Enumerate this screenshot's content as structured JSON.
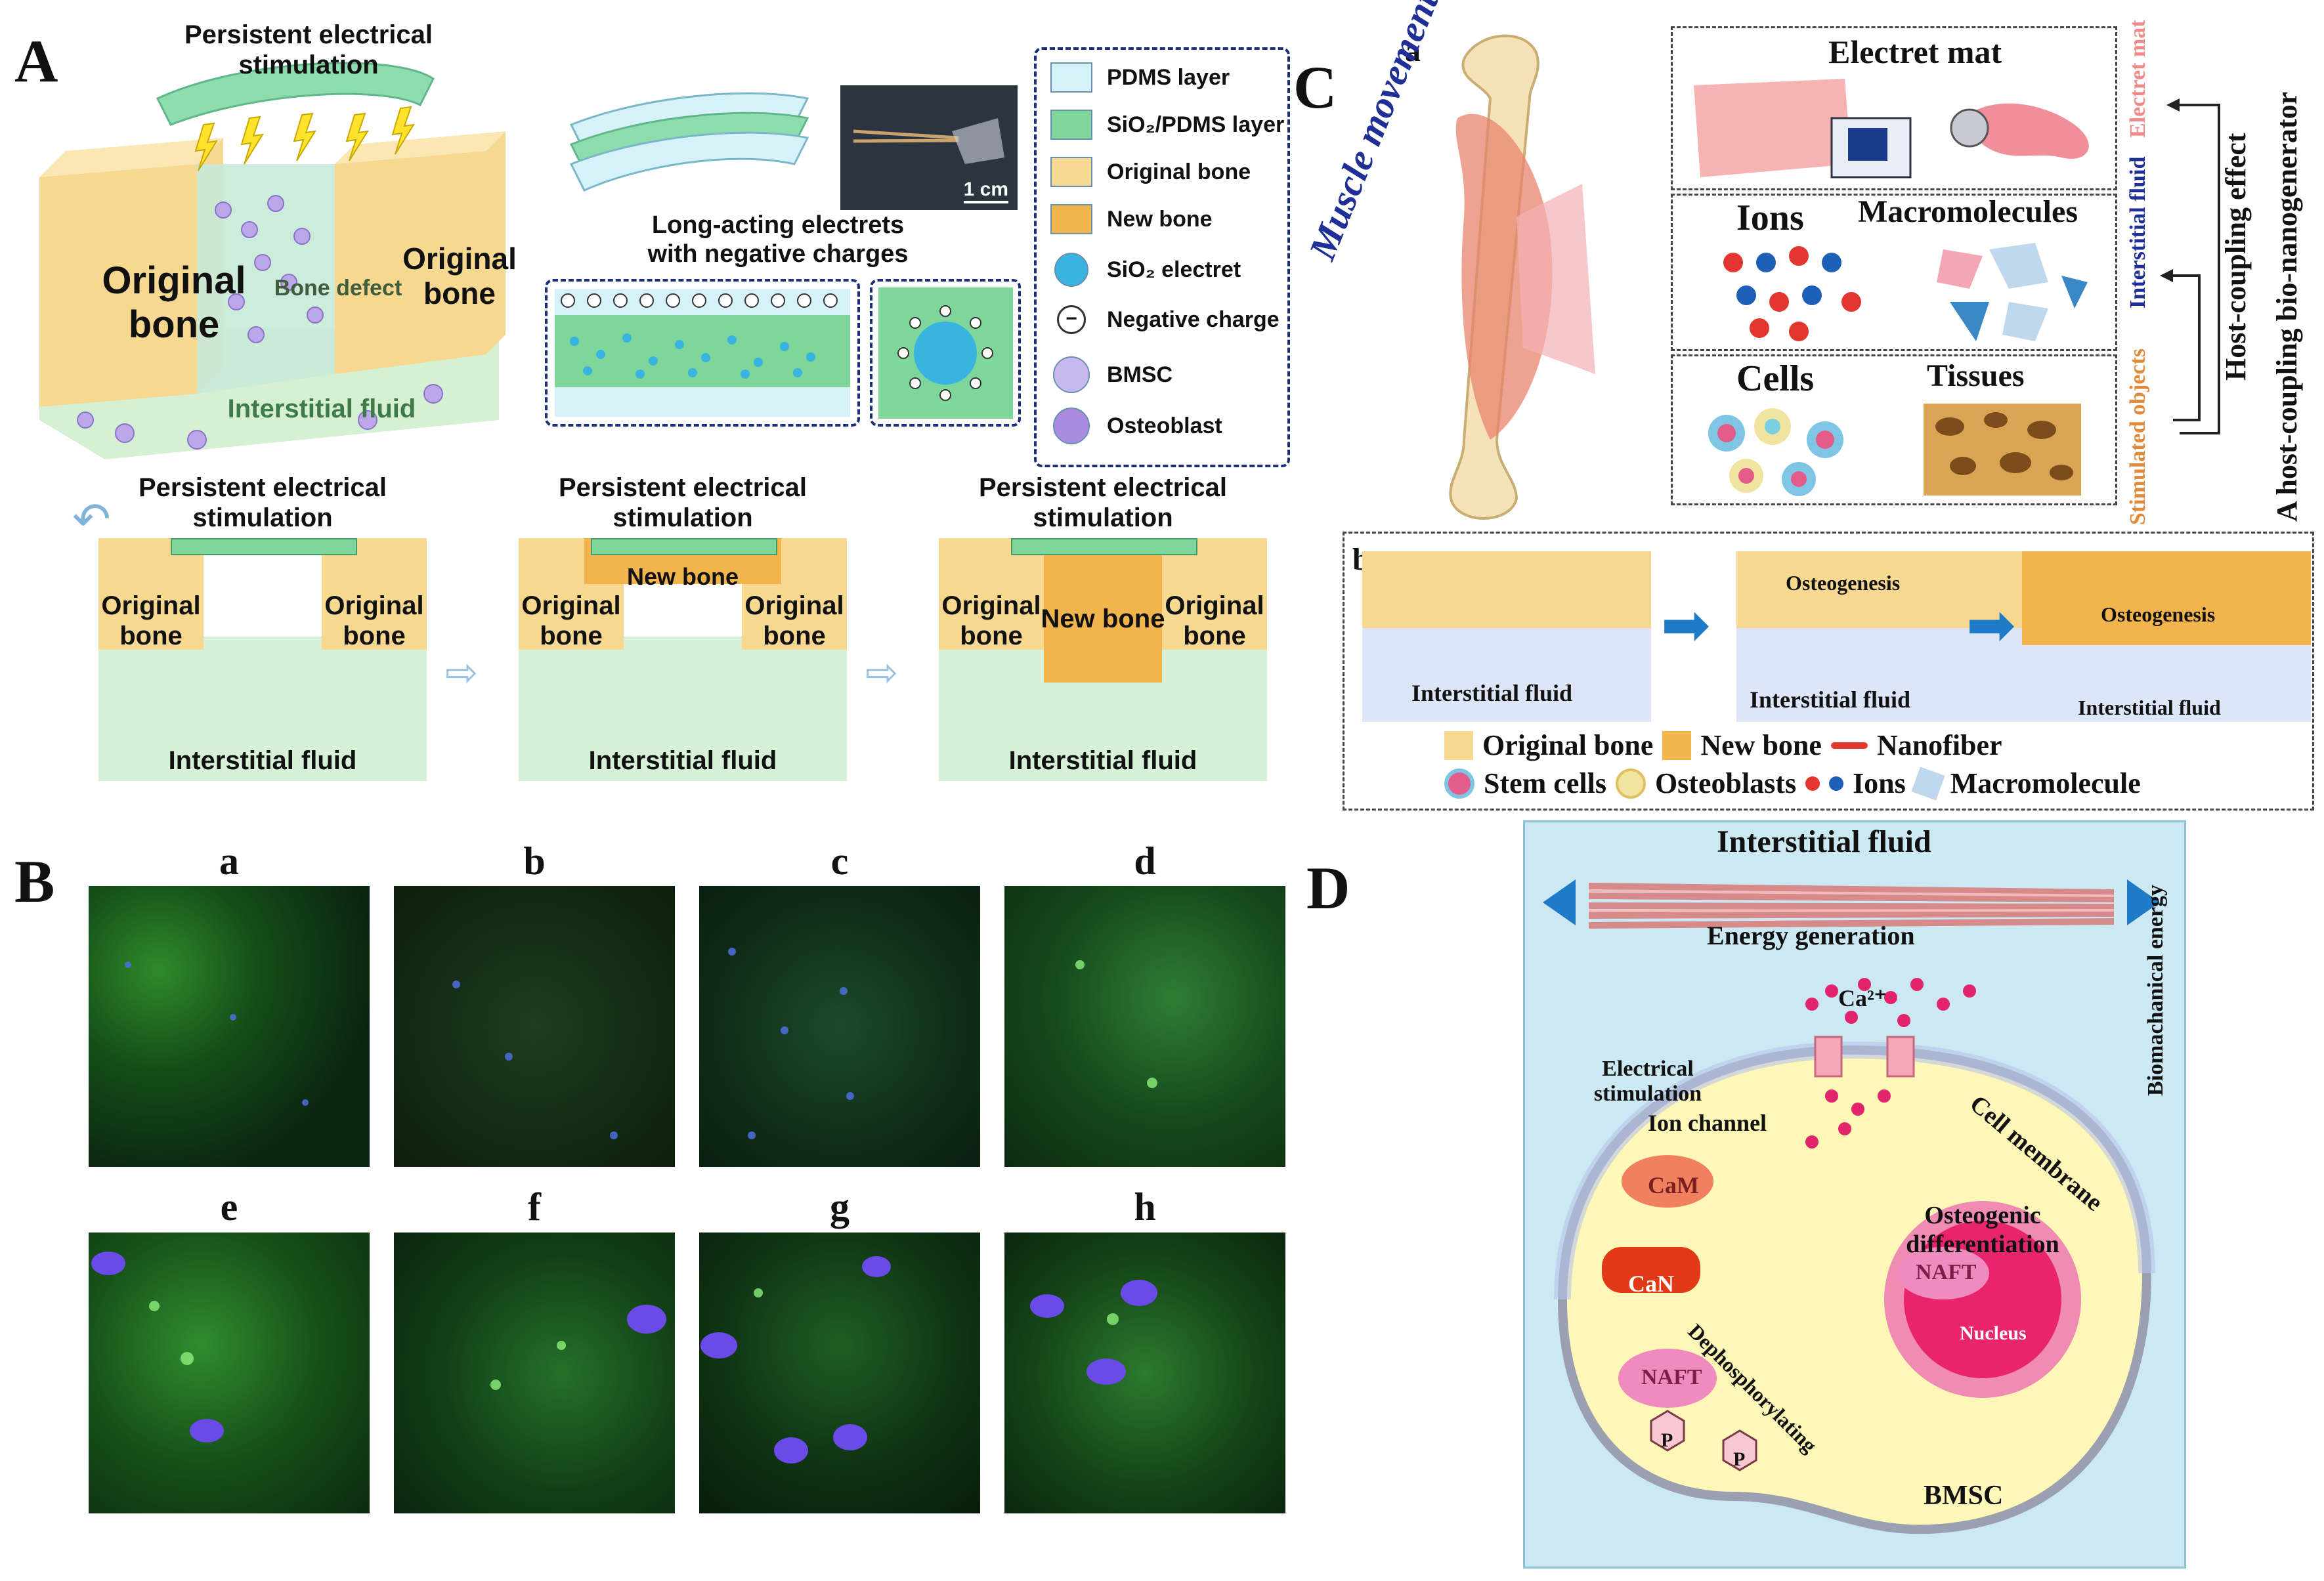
{
  "panels": {
    "A": "A",
    "B": "B",
    "C": "C",
    "D": "D"
  },
  "panelA": {
    "top_stim": "Persistent electrical stimulation",
    "original_bone": "Original bone",
    "bone_defect": "Bone defect",
    "interstitial_fluid": "Interstitial fluid",
    "electret_caption": "Long-acting electrets with negative charges",
    "scale_bar": "1 cm",
    "legend": [
      {
        "label": "PDMS layer",
        "color": "#d6f1f7"
      },
      {
        "label": "SiO₂/PDMS layer",
        "color": "#7fd69a"
      },
      {
        "label": "Original bone",
        "color": "#f6d890"
      },
      {
        "label": "New bone",
        "color": "#f2b44c"
      },
      {
        "label": "SiO₂ electret",
        "color": "#39b4e0"
      },
      {
        "label": "Negative charge",
        "color": "#ffffff"
      },
      {
        "label": "BMSC",
        "color": "#c9b7ef"
      },
      {
        "label": "Osteoblast",
        "color": "#a98ce0"
      }
    ],
    "steps": [
      {
        "stim": "Persistent electrical stimulation",
        "left": "Original bone",
        "right": "Original bone",
        "center": "",
        "fluid": "Interstitial fluid"
      },
      {
        "stim": "Persistent electrical stimulation",
        "left": "Original bone",
        "right": "Original bone",
        "center": "New bone",
        "fluid": "Interstitial fluid"
      },
      {
        "stim": "Persistent electrical stimulation",
        "left": "Original bone",
        "right": "Original bone",
        "center": "New bone",
        "fluid": "Interstitial fluid"
      }
    ]
  },
  "panelB": {
    "labels": [
      "a",
      "b",
      "c",
      "d",
      "e",
      "f",
      "g",
      "h"
    ]
  },
  "panelC": {
    "sub_a": "a",
    "sub_b": "b",
    "muscle": "Muscle movement",
    "electret_mat": "Electret mat",
    "ions": "Ions",
    "macromolecules": "Macromolecules",
    "cells": "Cells",
    "tissues": "Tissues",
    "side1": "Stimulated objects",
    "side2": "Interstitial fluid",
    "side3": "Electret mat",
    "side_right1": "Host-coupling effect",
    "side_right2": "A host-coupling bio-nanogenerator",
    "seq_fluid": "Interstitial fluid",
    "osteogenesis": "Osteogenesis",
    "legend": [
      "Original bone",
      "New bone",
      "Nanofiber",
      "Stem cells",
      "Osteoblasts",
      "Ions",
      "Macromolecule"
    ]
  },
  "panelD": {
    "interstitial_fluid": "Interstitial fluid",
    "energy_generation": "Energy generation",
    "biomech": "Biomachanical energy",
    "ca": "Ca²⁺",
    "electrical_stimulation": "Electrical stimulation",
    "ion_channel": "Ion channel",
    "cell_membrane": "Cell membrane",
    "cam": "CaM",
    "can": "CaN",
    "naft": "NAFT",
    "p": "P",
    "dephos": "Dephosphorylating",
    "nucleus": "Nucleus",
    "osteogenic": "Osteogenic differentiation",
    "bmsc": "BMSC"
  }
}
